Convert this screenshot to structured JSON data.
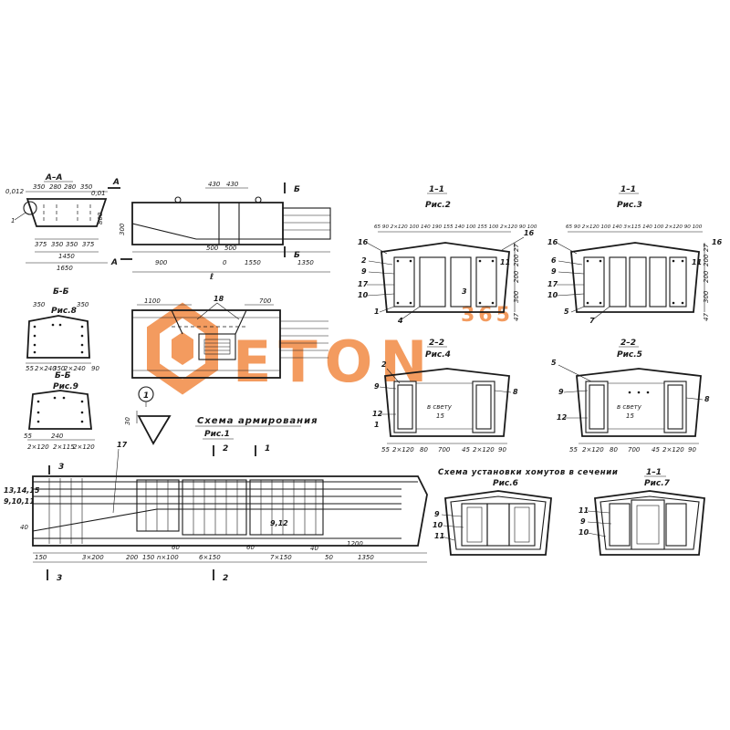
{
  "watermark": {
    "brand": "ETON",
    "small": "365",
    "color": "#f07a2a"
  },
  "views": {
    "aa": {
      "title": "А–А",
      "dims_top": [
        "350",
        "280",
        "280",
        "350"
      ],
      "dims_left": [
        "0,012",
        "1"
      ],
      "dims_right": [
        "0,01",
        "800"
      ],
      "dims_bottom": [
        "375",
        "350",
        "350",
        "375"
      ],
      "dim_1450": "1450",
      "dim_1650": "1650",
      "arrow_label": "А"
    },
    "side": {
      "dim_top": [
        "430",
        "430"
      ],
      "dims_bottom": [
        "900",
        "500",
        "500",
        "1550",
        "1350"
      ],
      "dim_l": "ℓ",
      "dim_0": "0",
      "height": "300",
      "section_b": "Б",
      "arrow_a": "А"
    },
    "bb": {
      "title": "Б-Б",
      "fig": "Рис.8",
      "dims_top": [
        "350",
        "350"
      ],
      "dims_bottom": [
        "55",
        "2×240",
        "350",
        "2×240",
        "90"
      ]
    },
    "bb2": {
      "title": "Б-Б",
      "fig": "Рис.9",
      "dims_bottom": [
        "55",
        "2×120",
        "240",
        "2×115",
        "2×120"
      ]
    },
    "plan": {
      "dims": [
        "1100",
        "700"
      ],
      "callout": "18"
    },
    "detail": {
      "label": "1",
      "dim": "30"
    },
    "main": {
      "title": "Схема армирования",
      "fig": "Рис.1",
      "section_marks": [
        "3",
        "2",
        "1",
        "3",
        "2"
      ],
      "callouts": [
        "13,14,15",
        "9,10,11",
        "17",
        "9,12"
      ],
      "dims_bottom": [
        "150",
        "3×200",
        "200",
        "150",
        "n×100",
        "6×150",
        "7×150",
        "40",
        "50",
        "1350"
      ],
      "dims_mid": [
        "60",
        "60",
        "1200"
      ],
      "dim_left": "40"
    },
    "s11a": {
      "title": "1–1",
      "fig": "Рис.2",
      "dims_top": "65 90 2×120 100 140 190 155 140 100 155 100 2×120 90 100",
      "dims_right": [
        "27",
        "200",
        "200",
        "300",
        "47"
      ],
      "callouts_left": [
        "16",
        "2",
        "9",
        "17",
        "10",
        "1"
      ],
      "callouts_other": [
        "16",
        "11",
        "3",
        "4"
      ]
    },
    "s11b": {
      "title": "1–1",
      "fig": "Рис.3",
      "dims_top": "65 90 2×120 100 140 3×115 140 100 2×120 90 100",
      "dims_right": [
        "27",
        "200",
        "200",
        "300",
        "47"
      ],
      "callouts_left": [
        "16",
        "6",
        "9",
        "17",
        "10",
        "5"
      ],
      "callouts_other": [
        "16",
        "11",
        "7"
      ]
    },
    "s22a": {
      "title": "2–2",
      "fig": "Рис.4",
      "note_1": "в свету",
      "note_2": "15",
      "dims_bottom": [
        "55",
        "2×120",
        "80",
        "700",
        "45",
        "2×120",
        "90"
      ],
      "callouts": [
        "2",
        "9",
        "12",
        "1",
        "8"
      ]
    },
    "s22b": {
      "title": "2–2",
      "fig": "Рис.5",
      "note_1": "в свету",
      "note_2": "15",
      "dims_bottom": [
        "55",
        "2×120",
        "80",
        "700",
        "45",
        "2×120",
        "90"
      ],
      "callouts": [
        "5",
        "9",
        "12",
        "8"
      ]
    },
    "stirrups": {
      "title": "Схема установки хомутов в сечении",
      "section": "1–1",
      "fig6": "Рис.6",
      "fig7": "Рис.7",
      "callouts6": [
        "9",
        "10",
        "11"
      ],
      "callouts7": [
        "11",
        "9",
        "10"
      ]
    }
  }
}
